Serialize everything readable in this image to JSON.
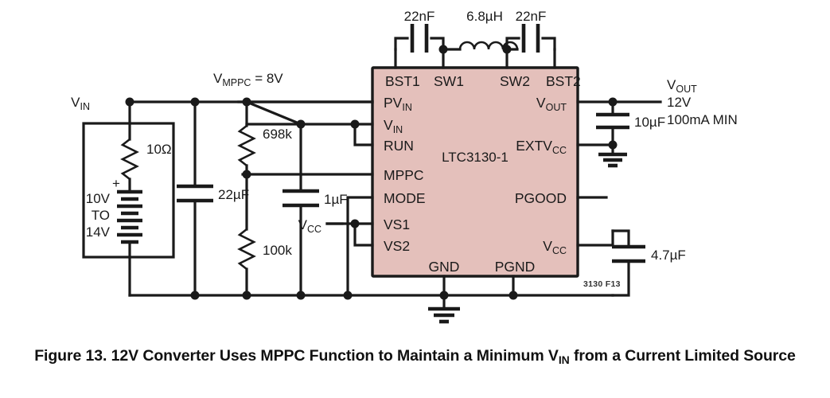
{
  "figure": {
    "id_tag": "3130 F13",
    "caption_pre": "Figure 13. 12V Converter Uses MPPC Function to Maintain a Minimum V",
    "caption_sub": "IN",
    "caption_post": " from a Current Limited Source"
  },
  "ic": {
    "part_number": "LTC3130-1",
    "fill_color": "#e4c0bb",
    "pins_top": [
      "BST1",
      "SW1",
      "SW2",
      "BST2"
    ],
    "pins_left": [
      "PV",
      "V",
      "RUN",
      "MPPC",
      "MODE",
      "VS1",
      "VS2"
    ],
    "pins_left_full": {
      "pv_in": "PV",
      "pv_in_sub": "IN",
      "v_in": "V",
      "v_in_sub": "IN",
      "run": "RUN",
      "mppc": "MPPC",
      "mode": "MODE",
      "vs1": "VS1",
      "vs2": "VS2"
    },
    "pins_right": {
      "v_out": "V",
      "v_out_sub": "OUT",
      "extv_cc": "EXTV",
      "extv_cc_sub": "CC",
      "pgood": "PGOOD",
      "v_cc": "V",
      "v_cc_sub": "CC"
    },
    "pins_bottom": [
      "GND",
      "PGND"
    ]
  },
  "nets": {
    "vin_label": "V",
    "vin_sub": "IN",
    "vmppc_label": "V",
    "vmppc_sub": "MPPC",
    "vmppc_value": " = 8V",
    "vcc_label": "V",
    "vcc_sub": "CC",
    "vout_label": "V",
    "vout_sub": "OUT",
    "vout_value": "12V",
    "vout_current": "100mA MIN"
  },
  "components": {
    "c_bst1": "22nF",
    "l_sw": "6.8µH",
    "c_bst2": "22nF",
    "r_series": "10Ω",
    "v_source_line1": "10V",
    "v_source_line2": "TO",
    "v_source_line3": "14V",
    "v_source_polarity": "+",
    "c_in": "22µF",
    "r_top": "698k",
    "r_bottom": "100k",
    "c_vcc_small": "1µF",
    "c_out": "10µF",
    "c_vcc": "4.7µF"
  }
}
